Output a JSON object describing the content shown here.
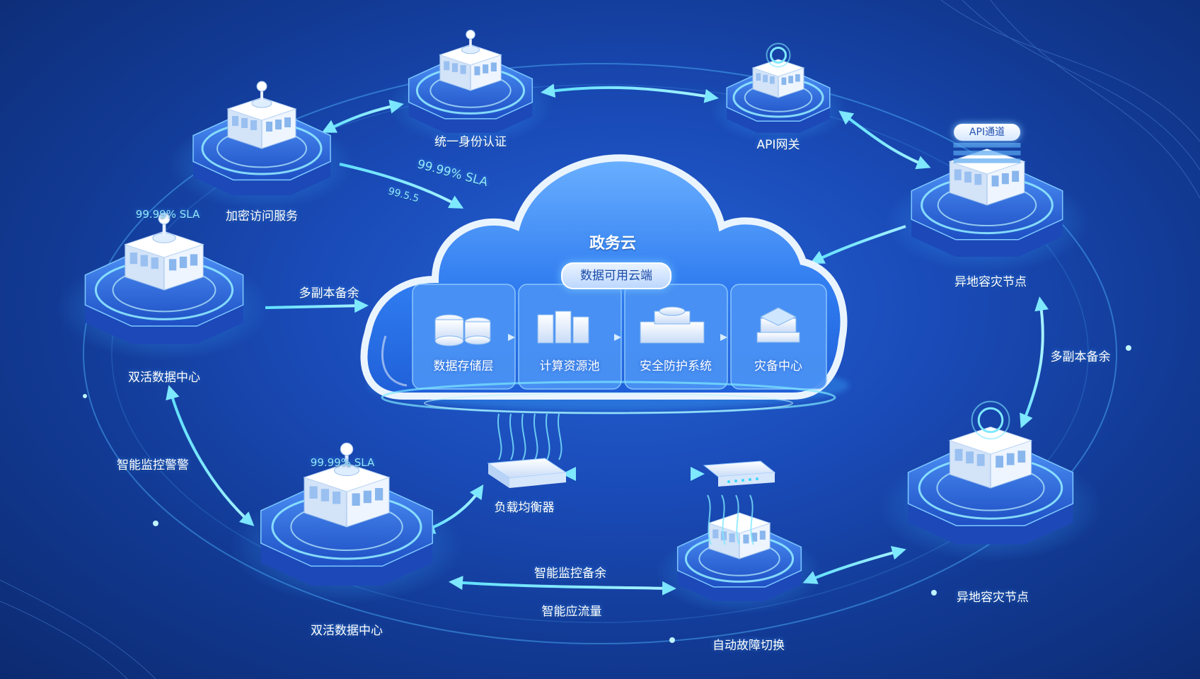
{
  "cloud": {
    "title": "政务云",
    "subtitle": "数据可用云端",
    "layers": [
      "数据存储层",
      "计算资源池",
      "安全防护系统",
      "灾备中心"
    ]
  },
  "nodes": {
    "auth": "统一身份认证",
    "api_gateway": "API网关",
    "api_channel": "API通道",
    "encrypted": "加密访问服务",
    "dc_left_1": "双活数据中心",
    "dc_left_2": "双活数据中心",
    "dr_right_1": "异地容灾节点",
    "dr_right_2": "异地容灾节点",
    "load_balancer": "负载均衡器",
    "failover": "自动故障切换"
  },
  "links": {
    "sla_top": "99.99% SLA",
    "sla_top_small": "99.5.5",
    "sla_left": "99.99% SLA",
    "sla_bottom": "99.99% SLA",
    "replica_left": "多副本备余",
    "replica_right": "多副本备余",
    "monitor_left": "智能监控警警",
    "monitor_bottom": "智能监控备余",
    "traffic": "智能应流量"
  },
  "colors": {
    "background": "#1a4bb8",
    "accent": "#3fd6ff",
    "platform": "#2a62e0",
    "cloud": "#2f7bf0"
  }
}
